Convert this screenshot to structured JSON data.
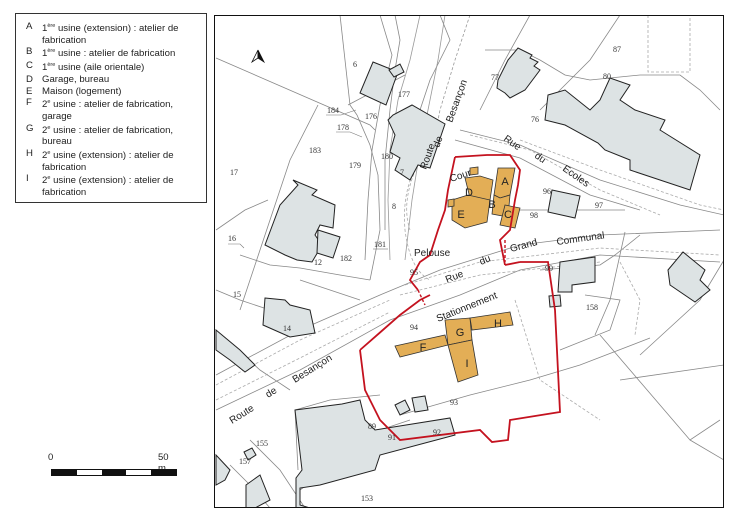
{
  "legend": {
    "items": [
      {
        "key": "A",
        "line1_pre": "1",
        "line1_sup": "ère",
        "line1_post": " usine (extension) : atelier de",
        "line2": "fabrication"
      },
      {
        "key": "B",
        "line1_pre": "1",
        "line1_sup": "ère",
        "line1_post": " usine : atelier de fabrication",
        "line2": ""
      },
      {
        "key": "C",
        "line1_pre": "1",
        "line1_sup": "ère",
        "line1_post": " usine (aile orientale)",
        "line2": ""
      },
      {
        "key": "D",
        "line1_pre": "",
        "line1_sup": "",
        "line1_post": "Garage, bureau",
        "line2": ""
      },
      {
        "key": "E",
        "line1_pre": "",
        "line1_sup": "",
        "line1_post": "Maison (logement)",
        "line2": ""
      },
      {
        "key": "F",
        "line1_pre": "2",
        "line1_sup": "e",
        "line1_post": " usine : atelier de fabrication,",
        "line2": "garage"
      },
      {
        "key": "G",
        "line1_pre": "2",
        "line1_sup": "e",
        "line1_post": " usine : atelier de fabrication,",
        "line2": "bureau"
      },
      {
        "key": "H",
        "line1_pre": "2",
        "line1_sup": "e",
        "line1_post": " usine (extension) : atelier de",
        "line2": "fabrication"
      },
      {
        "key": "I",
        "line1_pre": "2",
        "line1_sup": "e",
        "line1_post": " usine (extension) : atelier de",
        "line2": "fabrication"
      }
    ]
  },
  "scale_bar": {
    "start_label": "0",
    "end_label": "50 m",
    "segments": 5
  },
  "map": {
    "colors": {
      "studied_building": "#e3ae56",
      "other_building": "#dde3e4",
      "site_boundary": "#c4121f",
      "parcel_line": "#777777",
      "building_outline": "#222222"
    },
    "north_arrow": "north-arrow",
    "road_labels": {
      "route_besancon_north": [
        "Route",
        "de",
        "Besançon"
      ],
      "route_besancon_south": [
        "Route",
        "de",
        "Besançon"
      ],
      "rue_ecoles": [
        "Rue",
        "du",
        "Ecoles"
      ],
      "rue_grand_communal": [
        "Rue",
        "du",
        "Grand",
        "Communal"
      ]
    },
    "area_labels": {
      "cour": "Cour",
      "pelouse": "Pelouse",
      "stationnement": "Stationnement"
    },
    "building_letters": [
      "A",
      "B",
      "C",
      "D",
      "E",
      "F",
      "G",
      "H",
      "I"
    ],
    "parcel_numbers": {
      "p6": "6",
      "p7": "7",
      "p8": "8",
      "p12": "12",
      "p14": "14",
      "p15": "15",
      "p16": "16",
      "p17": "17",
      "p76": "76",
      "p77": "77",
      "p80": "80",
      "p87": "87",
      "p89": "89",
      "p91": "91",
      "p92": "92",
      "p93": "93",
      "p94": "94",
      "p95": "95",
      "p96": "96",
      "p97": "97",
      "p98": "98",
      "p99": "99",
      "p153": "153",
      "p155": "155",
      "p157": "157",
      "p158": "158",
      "p176": "176",
      "p177": "177",
      "p178": "178",
      "p179": "179",
      "p180": "180",
      "p181": "181",
      "p182": "182",
      "p183": "183",
      "p184": "184"
    }
  }
}
